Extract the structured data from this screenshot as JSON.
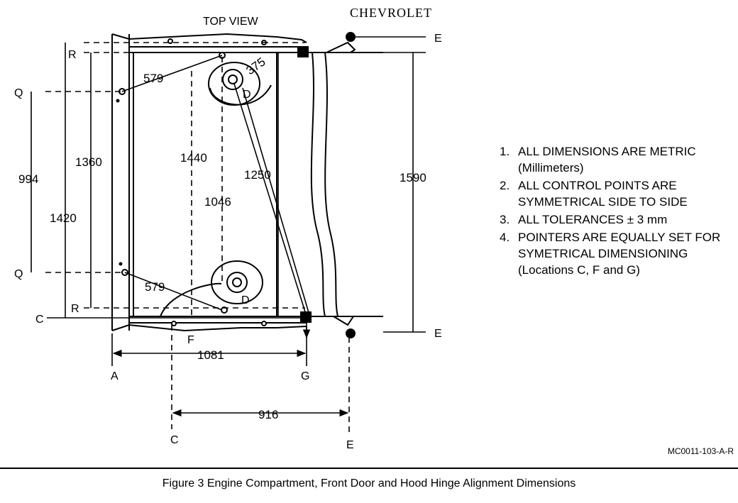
{
  "view_title": "TOP VIEW",
  "brand": "CHEVROLET",
  "points": {
    "A": "A",
    "C_left": "C",
    "C_bottom": "C",
    "E_top": "E",
    "E_right": "E",
    "E_bottom": "E",
    "F": "F",
    "G": "G",
    "Q_upper": "Q",
    "Q_lower": "Q",
    "R_upper": "R",
    "R_lower": "R",
    "D_upper": "D",
    "D_lower": "D"
  },
  "dimensions": {
    "d579_upper": "579",
    "d579_lower": "579",
    "d375": "375",
    "d994": "994",
    "d1360": "1360",
    "d1420": "1420",
    "d1440": "1440",
    "d1046": "1046",
    "d1250": "1250",
    "d1590": "1590",
    "d1081": "1081",
    "d916": "916"
  },
  "notes": [
    {
      "num": "1.",
      "text": "ALL DIMENSIONS ARE METRIC (Millimeters)"
    },
    {
      "num": "2.",
      "text": "ALL CONTROL POINTS ARE SYMMETRICAL SIDE TO SIDE"
    },
    {
      "num": "3.",
      "text": "ALL TOLERANCES ± 3 mm"
    },
    {
      "num": "4.",
      "text": "POINTERS ARE EQUALLY SET FOR SYMETRICAL DIMENSIONING (Locations C, F and G)"
    }
  ],
  "reference_code": "MC0011-103-A-R",
  "caption": "Figure 3 Engine Compartment, Front Door and Hood Hinge Alignment Dimensions"
}
